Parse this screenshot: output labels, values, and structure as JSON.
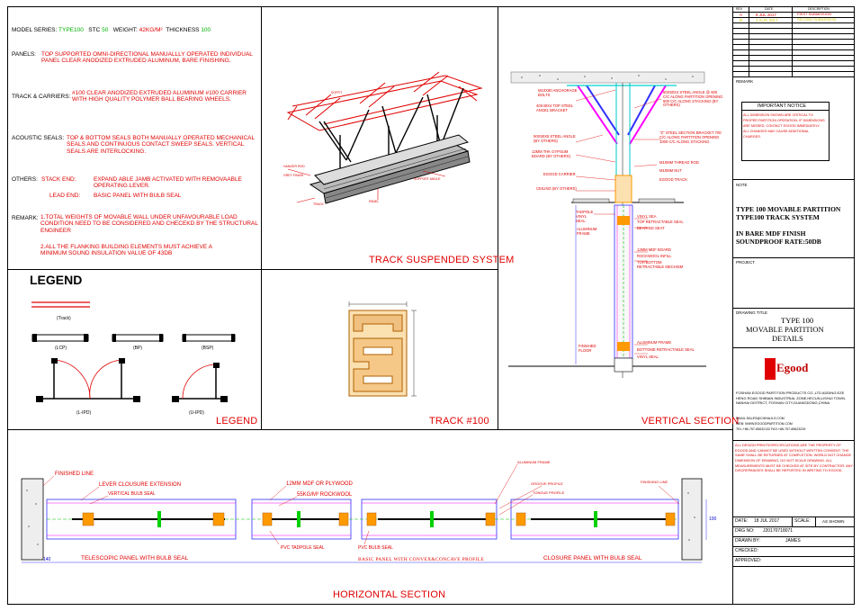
{
  "spec": {
    "model_series_label": "MODEL SERIES:",
    "model_series_value": "TYPE100",
    "stc_label": "STC",
    "stc_value": "50",
    "weight_label": "WEIGHT:",
    "weight_value": "42KG/M²",
    "thickness_label": "THICKNESS",
    "thickness_value": "100",
    "panels_label": "PANELS:",
    "panels_text": "TOP SUPPORTED OMNI-DIRECTIONAL MANUALLLY OPERATED INDIVIDUAL PANEL CLEAR ANODIZED EXTRUDED ALUMINUM, BARE FINISHING.",
    "track_label": "TRACK & CARRIERS:",
    "track_text": "#100 CLEAR ANODIZED EXTRUDED ALUMINUM #100 CARRIER WITH HIGH QUALITY POLYMER BALL BEARING WHEELS.",
    "acoustic_label": "ACOUSTIC SEALS:",
    "acoustic_text": "TOP & BOTTOM SEALS BOTH MANUALLY OPERATED MECHANICAL SEALS AND CONTINUOUS CONTACT SWEEP SEALS. VERTICAL SEALS ARE INTERLOCKING.",
    "others_label": "OTHERS:",
    "stack_end_label": "STACK END:",
    "stack_end_text": "EXPAND ABLE JAMB ACTIVATED WITH REMOVAABLE OPERATING LEVER.",
    "lead_end_label": "LEAD END:",
    "lead_end_text": "BASIC PANEL WITH BULB SEAL",
    "remark_label": "REMARK:",
    "remark_1": "1.TOTAL WEIGHTS OF MOVABLE WALL UNDER UNFAVOURABLE LOAD CONDITION NEED TO BE CONSIDERED AND CHECEKD BY THE STRUCTURAL ENGINEER",
    "remark_2": "2.ALL THE FLANKING BUILDING ELEMENTS MUST ACHIEVE A MINIMUM SOUND INSULATION VALUE OF 43DB"
  },
  "sections": {
    "track_suspended": "TRACK SUSPENDED SYSTEM",
    "legend_title": "LEGEND",
    "legend_caption": "LEGEND",
    "track100": "TRACK #100",
    "vertical": "VERTICAL  SECTION",
    "horizontal": "HORIZONTAL  SECTION"
  },
  "legend": {
    "track": "(Track)",
    "lcp": "(LCP)",
    "bp": "(BP)",
    "bsp": "(BSP)",
    "lpd": "(L-IPD)",
    "upd": "(U-IPD)"
  },
  "track_callouts": {
    "c1": "SOFFIT",
    "c2": "CAP",
    "c3": "SUPPORT ANGLE",
    "c4": "BOLT",
    "c5": "TRACK",
    "c6": "PANEL",
    "c7": "HANGER ROD",
    "c8": "GREY FINISH"
  },
  "vertical_callouts": {
    "v1": "M10X80 ANCHORAGE BOLTS",
    "v2": "40X40X4 TOP STEEL ANGEL BRACKET",
    "v3": "50X50X4 STEEL ANGLE @ 600 C/C ALONG PARTITION OPENING 600 C/C ALONG STACKING (BY OTHERS)",
    "v4": "50X50X5 STEEL ANGLE (BY OTHERS)",
    "v5": "12MM THK GYPSUM BOARD (BY OTHERS)",
    "v6": "\"Z\" STEEL SECTION BRACKET 700 C/C ALONG PARTITION OPENING 1000 C/C ALONG STACKING",
    "v7": "EGOOD CARRIER",
    "v8": "M10MM THREAD ROD",
    "v9": "M10MM NUT",
    "v10": "CEILING (BY OTHERS)",
    "v11": "EGOOD TRACK",
    "v12": "TADPOLE VINYL SEAL",
    "v13": "VINYL SEA",
    "v14": "TOP RETRACTABLE SEAL",
    "v15": "BEARING SEAT",
    "v16": "ALUMINUM FRAME",
    "v17": "12MM MDF BOARD",
    "v18": "ROCKWOOL INFILL",
    "v19": "TOP/BOTTOM RETRACTABLE MECHISM",
    "v20": "FINISHED FLOOR",
    "v21": "ALUMINUM FRAME",
    "v22": "BOTTOME RETRACTABLE SEAL",
    "v23": "VINYL SEAL"
  },
  "horizontal_callouts": {
    "h1": "FINISHED LINE",
    "h2": "LEVER CLOUSURE EXTENSION",
    "h3": "VERTICAL BULB SEAL",
    "h4": "12MM MDF OR PLYWOOD",
    "h5": "55KG/M³ ROCKWOOL",
    "h6": "ALUMINUM FRAME",
    "h7": "GROOVE PROFILE",
    "h8": "TONGUE PROFILE",
    "h9": "FINISHING LINE",
    "h10": "PVC TADPOLE SEAL",
    "h11": "PVC BULB SEAL",
    "h12": "TELESCOPIC PANEL WITH BULB SEAL",
    "h13": "BASIC PANEL WITH CONVEX&CONCAVE PROFILE",
    "h14": "CLOSURE PANEL WITH BULB SEAL",
    "h15": "140",
    "h16": "100"
  },
  "title_block": {
    "rev_header": [
      "REV",
      "DATE",
      "DESCRIPTION"
    ],
    "rev_rows": [
      {
        "rev": "A",
        "date": "8  JUL  2017",
        "desc": "FIRST SUBMISSION"
      },
      {
        "rev": "B",
        "date": "3  AUG  2017",
        "desc": "SECOND SUBMISSION"
      }
    ],
    "remark": "REMARK",
    "notice_title": "IMPORTANT NOTICE",
    "notice_text": "ALL DIMENSION SHOWN ARE CRITICAL TO PROPER PARTITION OPERATION. IF DIMENSIONS ARE MISSED, CONTACT EGOOD IMMEDIATELY. ALL CHANGES MAY CAUSE ADDITIONAL CHARGES.",
    "note": "NOTE",
    "note_l1": "TYPE 100 MOVABLE PARTITION",
    "note_l2": "TYPE100 TRACK SYSTEM",
    "note_l3": "IN BARE MDF FINISH",
    "note_l4": "SOUNDPROOF RATE:50DB",
    "project": "PROJECT",
    "drawing_title": "DRAWING TITLE",
    "dt_l1": "TYPE 100",
    "dt_l2": "MOVABLE PARTITION",
    "dt_l3": "DETAILS",
    "logo": "Egood",
    "company": "FOSHAN EGOOD PARTITION PRODUCTS CO.,LTD ADDING:EZE HENG ROAD SHIBIAN INDUSTRIAL ZONE,HECUN,LISHUI TOWN, NANHAI DISTRICT, FOSHAN CITY,GUANGDONG,CHINA",
    "email": "EMAIL:SALES@CHINAJLS.COM",
    "web": "WEB: WWW.EGOODPARTITION.COM",
    "tel": "TEL:+86-757-85632132  FAX:+86-757-85623239",
    "copyright": "ALL DESIGN PRINTS/SPECIFICATIONS ARE THE PROPERTY OF EGOOD AND CANNOT BE USED WITHOUT WRITTEN CONSENT. THE SAME SHALL BE RETURNED AT COMPLETION. WORLD NOT CHANGE DIMENSION OF DRAWING, DO NOT SCALE DRAWING. ALL MEASUREMENTS MUST BE CHECKED AT SITE BY CONTRACTOR. ANY DISCREPANCIES SHALL BE REPORTED IN WRITING TO EGOOD.",
    "date_label": "DATE:",
    "date_value": "18  JUL  2017",
    "scale_label": "SCALE:",
    "scale_value": "AS SHOWN",
    "drg_label": "DRG NO:",
    "drg_value": "J20170718071",
    "drawn_label": "DRAWN BY:",
    "drawn_value": "JAMES",
    "checked_label": "CHECKED:",
    "approved_label": "APPROVED:"
  },
  "colors": {
    "red": "#e00000",
    "magenta": "#ff00ff",
    "blue": "#3030ff",
    "cyan": "#00d0d0",
    "green": "#00c000",
    "orange": "#ff9900",
    "profile": "#f0c080"
  }
}
